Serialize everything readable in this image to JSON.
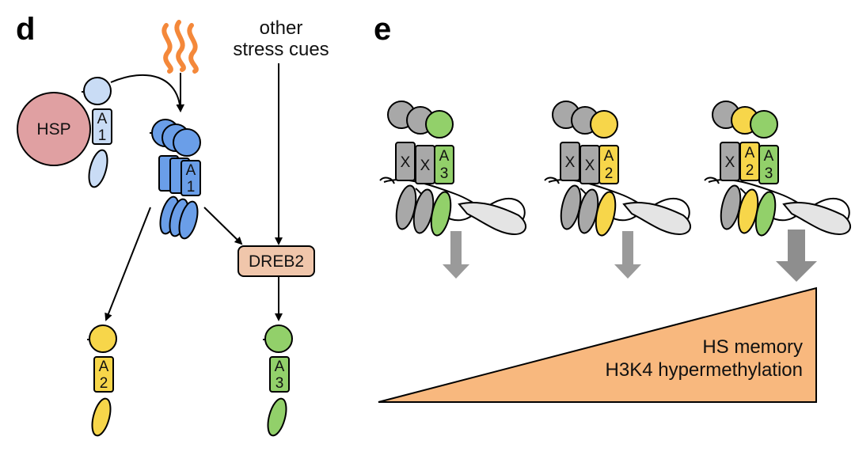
{
  "panel_d": {
    "letter": "d",
    "hsp_label": "HSP",
    "stress_label_line1": "other",
    "stress_label_line2": "stress cues",
    "dreb2_label": "DREB2",
    "a1": [
      "A",
      "1"
    ],
    "a2": [
      "A",
      "2"
    ],
    "a3": [
      "A",
      "3"
    ]
  },
  "panel_e": {
    "letter": "e",
    "x_label": "X",
    "a2": [
      "A",
      "2"
    ],
    "a3": [
      "A",
      "3"
    ],
    "memory_line1": "HS memory",
    "memory_line2": "H3K4 hypermethylation"
  },
  "colors": {
    "hsfa1_light": "#c9dcf5",
    "hsfa1": "#6a9ee8",
    "hsfa2": "#f7d64a",
    "hsfa3": "#92d06a",
    "hsp": "#e0a0a2",
    "dreb2": "#f0c6ab",
    "grey": "#a8a8a8",
    "heat": "#f4883a",
    "wedge": "#f8b87e"
  },
  "icons": [
    "heat-wave-icon",
    "arrow-icon",
    "dna-icon"
  ]
}
